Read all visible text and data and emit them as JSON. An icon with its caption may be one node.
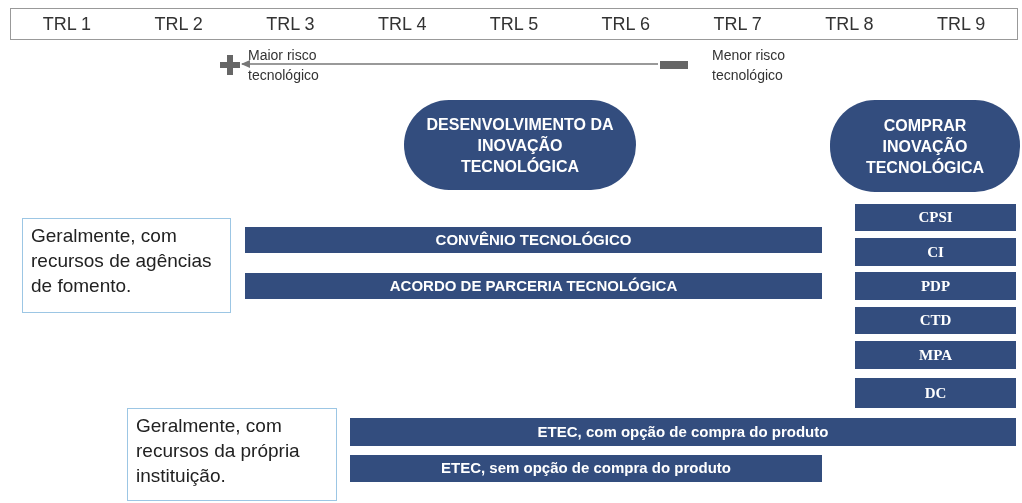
{
  "diagram": {
    "nodes": [
      {
        "text": [
          "Maior risco tecnológico"
        ]
      },
      {
        "text": [
          "Menor risco tecnológico"
        ]
      },
      {
        "text": [
          "DESENVOLVIMENTO DA INOVAÇÃO TECNOLÓGICA"
        ]
      },
      {
        "text": [
          "COMPRAR INOVAÇÃO TECNOLÓGICA"
        ]
      },
      {
        "text": [
          "Geralmente, com recursos de agências de fomento."
        ]
      },
      {
        "text": [
          "CONVÊNIO TECNOLÓGICO"
        ]
      },
      {
        "text": [
          "ACORDO DE PARCERIA TECNOLÓGICA"
        ]
      },
      {
        "text": [
          "CPSI"
        ]
      },
      {
        "text": [
          "CI"
        ]
      },
      {
        "text": [
          "PDP"
        ]
      },
      {
        "text": [
          "CTD"
        ]
      },
      {
        "text": [
          "MPA"
        ]
      },
      {
        "text": [
          "DC"
        ]
      },
      {
        "text": [
          "Geralmente, com recursos da própria instituição."
        ]
      },
      {
        "text": [
          "ETEC, com opção de compra do produto"
        ]
      },
      {
        "text": [
          "ETEC, sem opção de compra do produto"
        ]
      }
    ],
    "edges": [
      {
        "from": 1,
        "to": 0,
        "arrow": "to"
      }
    ],
    "labels": [
      "TRL 1",
      "TRL 2",
      "TRL 3",
      "TRL 4",
      "TRL 5",
      "TRL 6",
      "TRL 7",
      "TRL 8",
      "TRL 9"
    ]
  }
}
